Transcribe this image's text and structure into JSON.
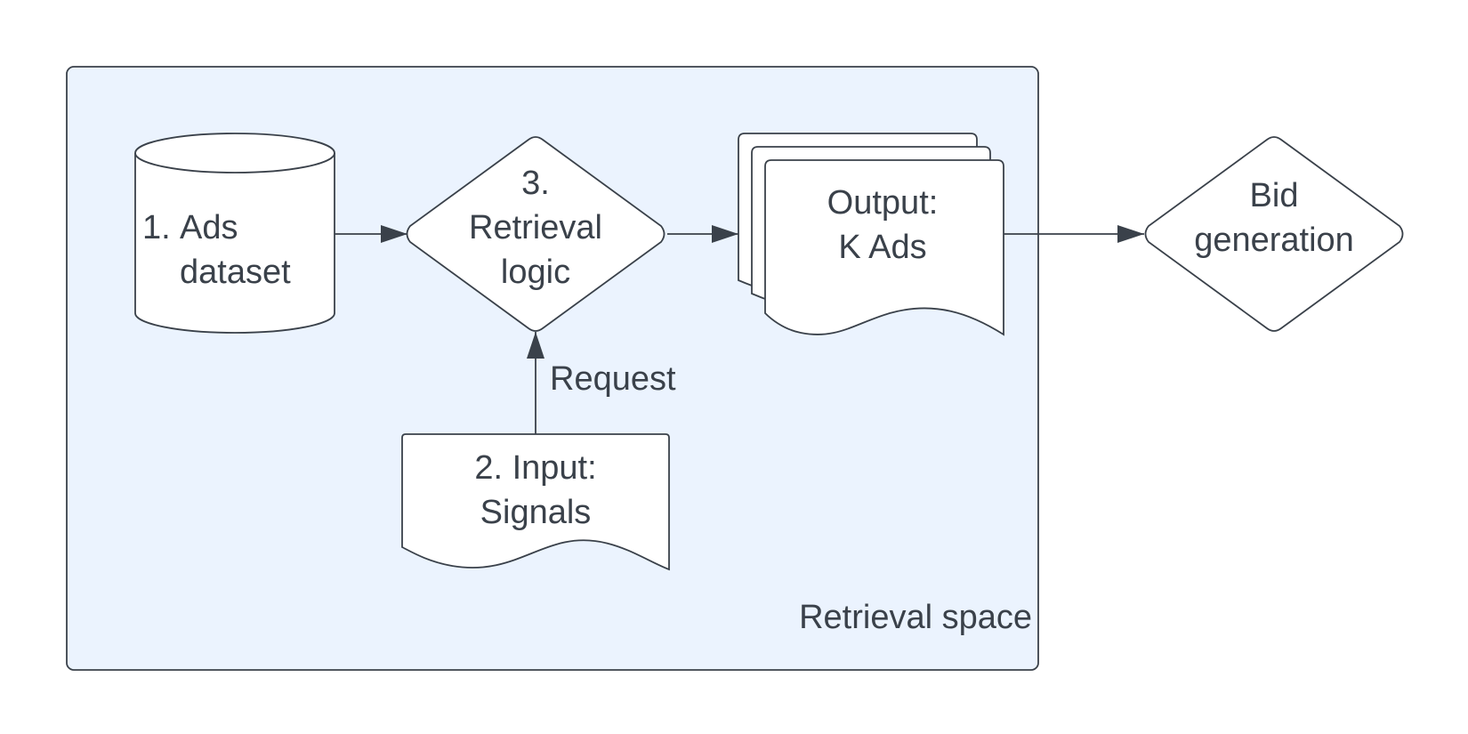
{
  "colors": {
    "stroke": "#3a414a",
    "text": "#3a414a",
    "container_fill": "#ebf3fe",
    "shape_fill": "#ffffff"
  },
  "container": {
    "label": "Retrieval space"
  },
  "nodes": {
    "ads_dataset": {
      "shape": "cylinder",
      "line1_num": "1.",
      "line1": "Ads",
      "line2": "dataset"
    },
    "retrieval_logic": {
      "shape": "diamond",
      "line1": "3.",
      "line2": "Retrieval",
      "line3": "logic"
    },
    "input_signals": {
      "shape": "document",
      "line1": "2. Input:",
      "line2": "Signals"
    },
    "output_k_ads": {
      "shape": "multi-document",
      "line1": "Output:",
      "line2": "K Ads"
    },
    "bid_generation": {
      "shape": "diamond",
      "line1": "Bid",
      "line2": "generation"
    }
  },
  "edges": {
    "signals_to_logic": {
      "label": "Request"
    }
  }
}
